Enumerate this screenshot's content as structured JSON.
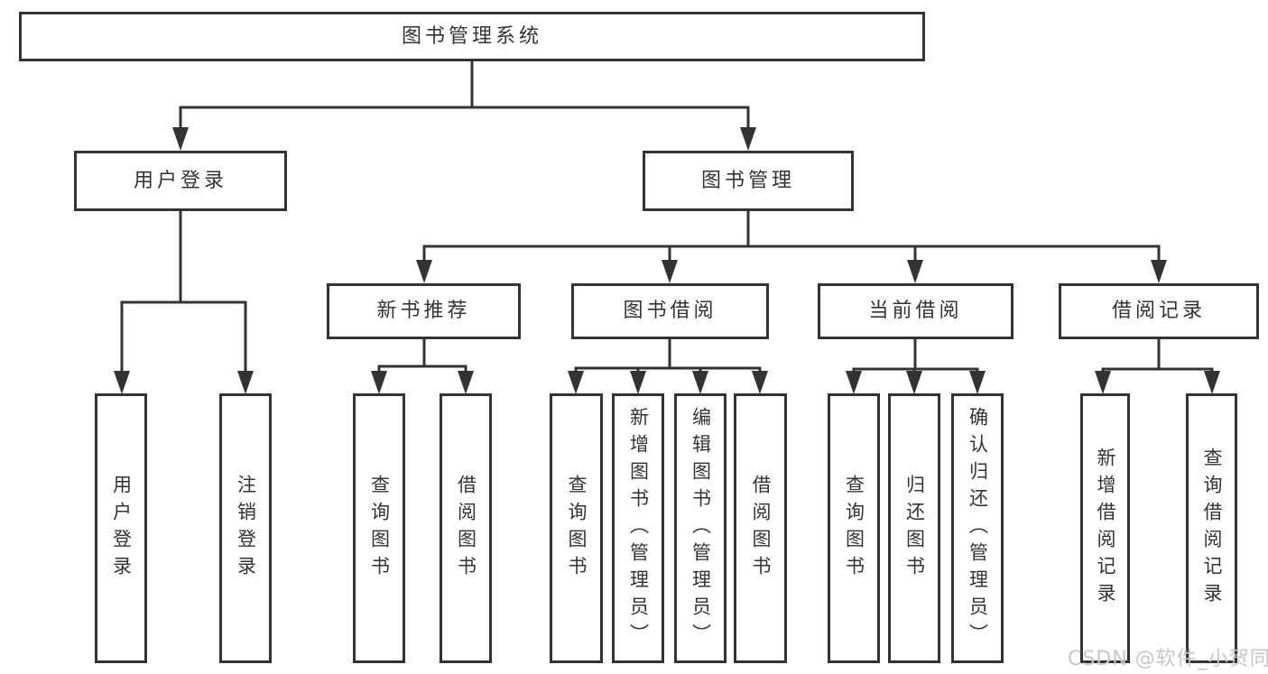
{
  "colors": {
    "line": "#333333",
    "text": "#333333",
    "background": "#ffffff",
    "watermark_color": "#c6c6c6"
  },
  "watermark": "CSDN @软件_小贺同学",
  "nodes": {
    "root": "图书管理系统",
    "l2": [
      "用户登录",
      "图书管理"
    ],
    "l3": [
      "新书推荐",
      "图书借阅",
      "当前借阅",
      "借阅记录"
    ],
    "login_children": [
      "用户登录",
      "注销登录"
    ],
    "recommend_children": [
      "查询图书",
      "借阅图书"
    ],
    "borrow_children": [
      "查询图书",
      "新增图书（管理员）",
      "编辑图书（管理员）",
      "借阅图书"
    ],
    "current_children": [
      "查询图书",
      "归还图书",
      "确认归还（管理员）"
    ],
    "records_children": [
      "新增借阅记录",
      "查询借阅记录"
    ]
  }
}
